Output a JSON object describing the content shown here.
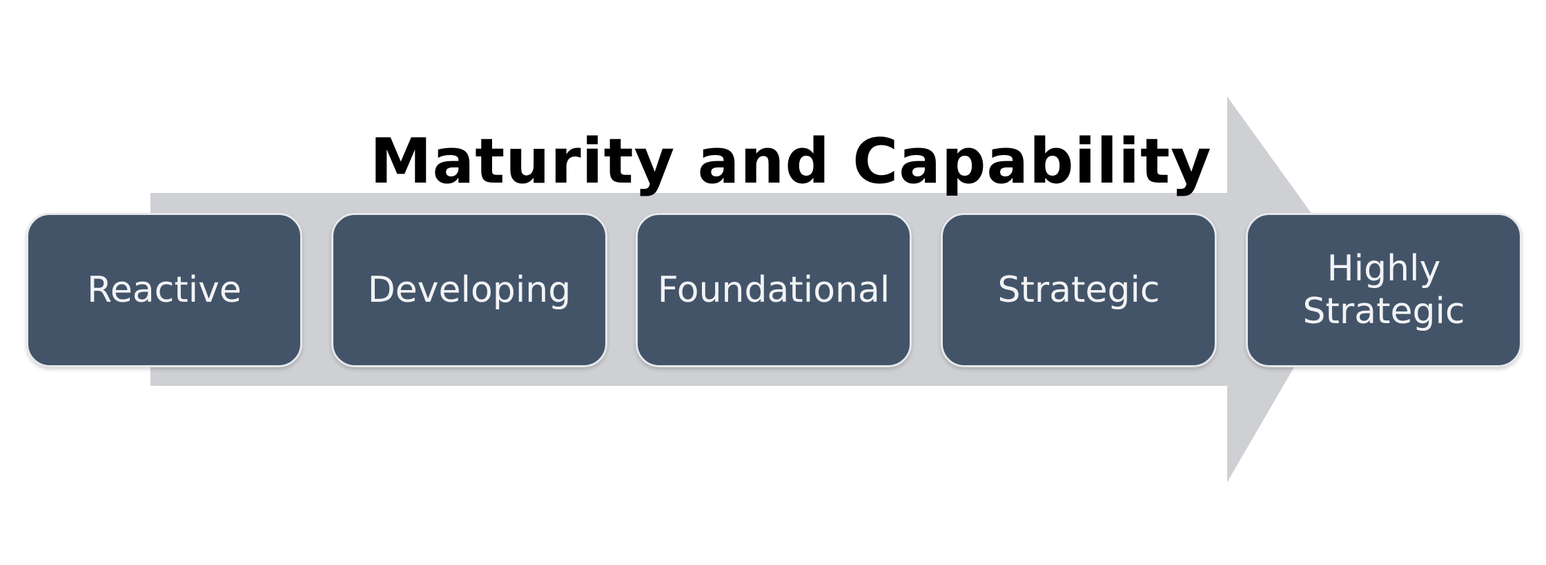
{
  "diagram": {
    "title": "Maturity and Capability",
    "arrow_color": "#cfd0d3",
    "stage_color": "#435469",
    "stages": [
      {
        "label": "Reactive"
      },
      {
        "label": "Developing"
      },
      {
        "label": "Foundational"
      },
      {
        "label": "Strategic"
      },
      {
        "label": "Highly\nStrategic"
      }
    ]
  }
}
